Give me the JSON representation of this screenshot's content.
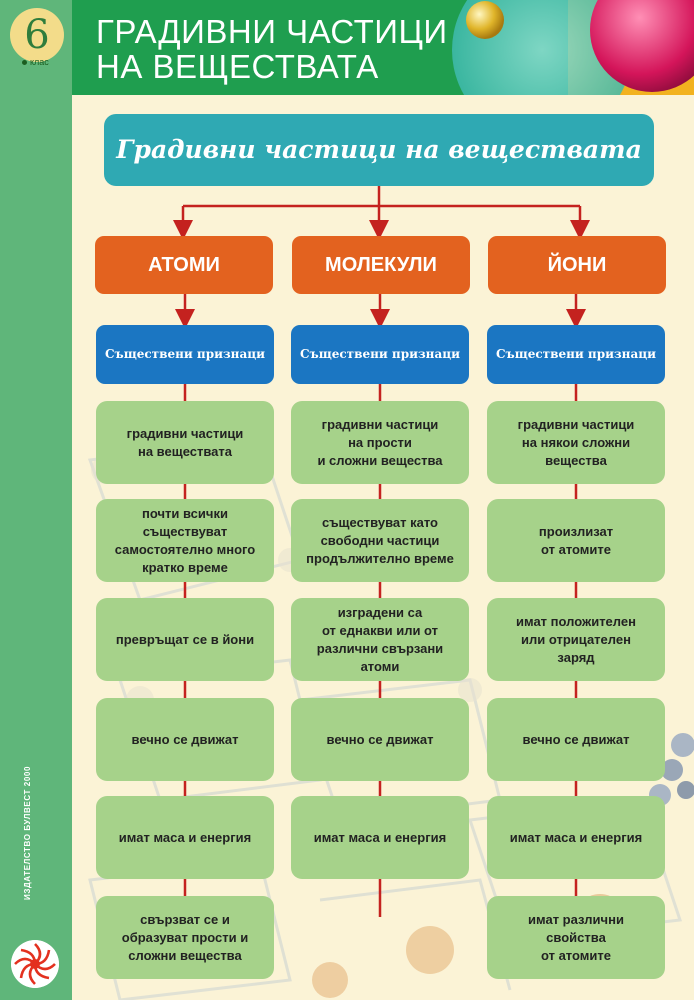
{
  "header": {
    "grade_number": "6",
    "grade_word": "клас",
    "title_line1": "ГРАДИВНИ ЧАСТИЦИ",
    "title_line2": "НА ВЕЩЕСТВАТА"
  },
  "sidebar": {
    "publisher": "ИЗДАТЕЛСТВО БУЛВЕСТ 2000"
  },
  "root_label": "Градивни частици на веществата",
  "columns": [
    {
      "name": "АТОМИ",
      "subheader": "Съществени признаци",
      "items": [
        "градивни частици\nна веществата",
        "почти всички\nсъществуват\nсамостоятелно много\nкратко време",
        "превръщат се в йони",
        "вечно се движат",
        "имат маса и енергия",
        "свързват се и\nобразуват прости и\nсложни вещества"
      ]
    },
    {
      "name": "МОЛЕКУЛИ",
      "subheader": "Съществени признаци",
      "items": [
        "градивни частици\nна прости\nи сложни вещества",
        "съществуват като\nсвободни частици\nпродължително време",
        "изградени са\nот еднакви или от\nразлични свързани\nатоми",
        "вечно се движат",
        "имат маса и енергия",
        ""
      ]
    },
    {
      "name": "ЙОНИ",
      "subheader": "Съществени признаци",
      "items": [
        "градивни частици\nна някои сложни\nвещества",
        "произлизат\nот атомите",
        "имат положителен\nили отрицателен\nзаряд",
        "вечно се движат",
        "имат маса и енергия",
        "имат различни\nсвойства\nот атомите"
      ]
    }
  ],
  "colors": {
    "header_green": "#1f9e4f",
    "sidebar_green": "#5fb67a",
    "root_teal": "#2fa9b3",
    "category_orange": "#e3621f",
    "subheader_blue": "#1b76c2",
    "item_green": "#a6d28a",
    "connector_red": "#c4221f",
    "background": "#fbf3d6"
  }
}
